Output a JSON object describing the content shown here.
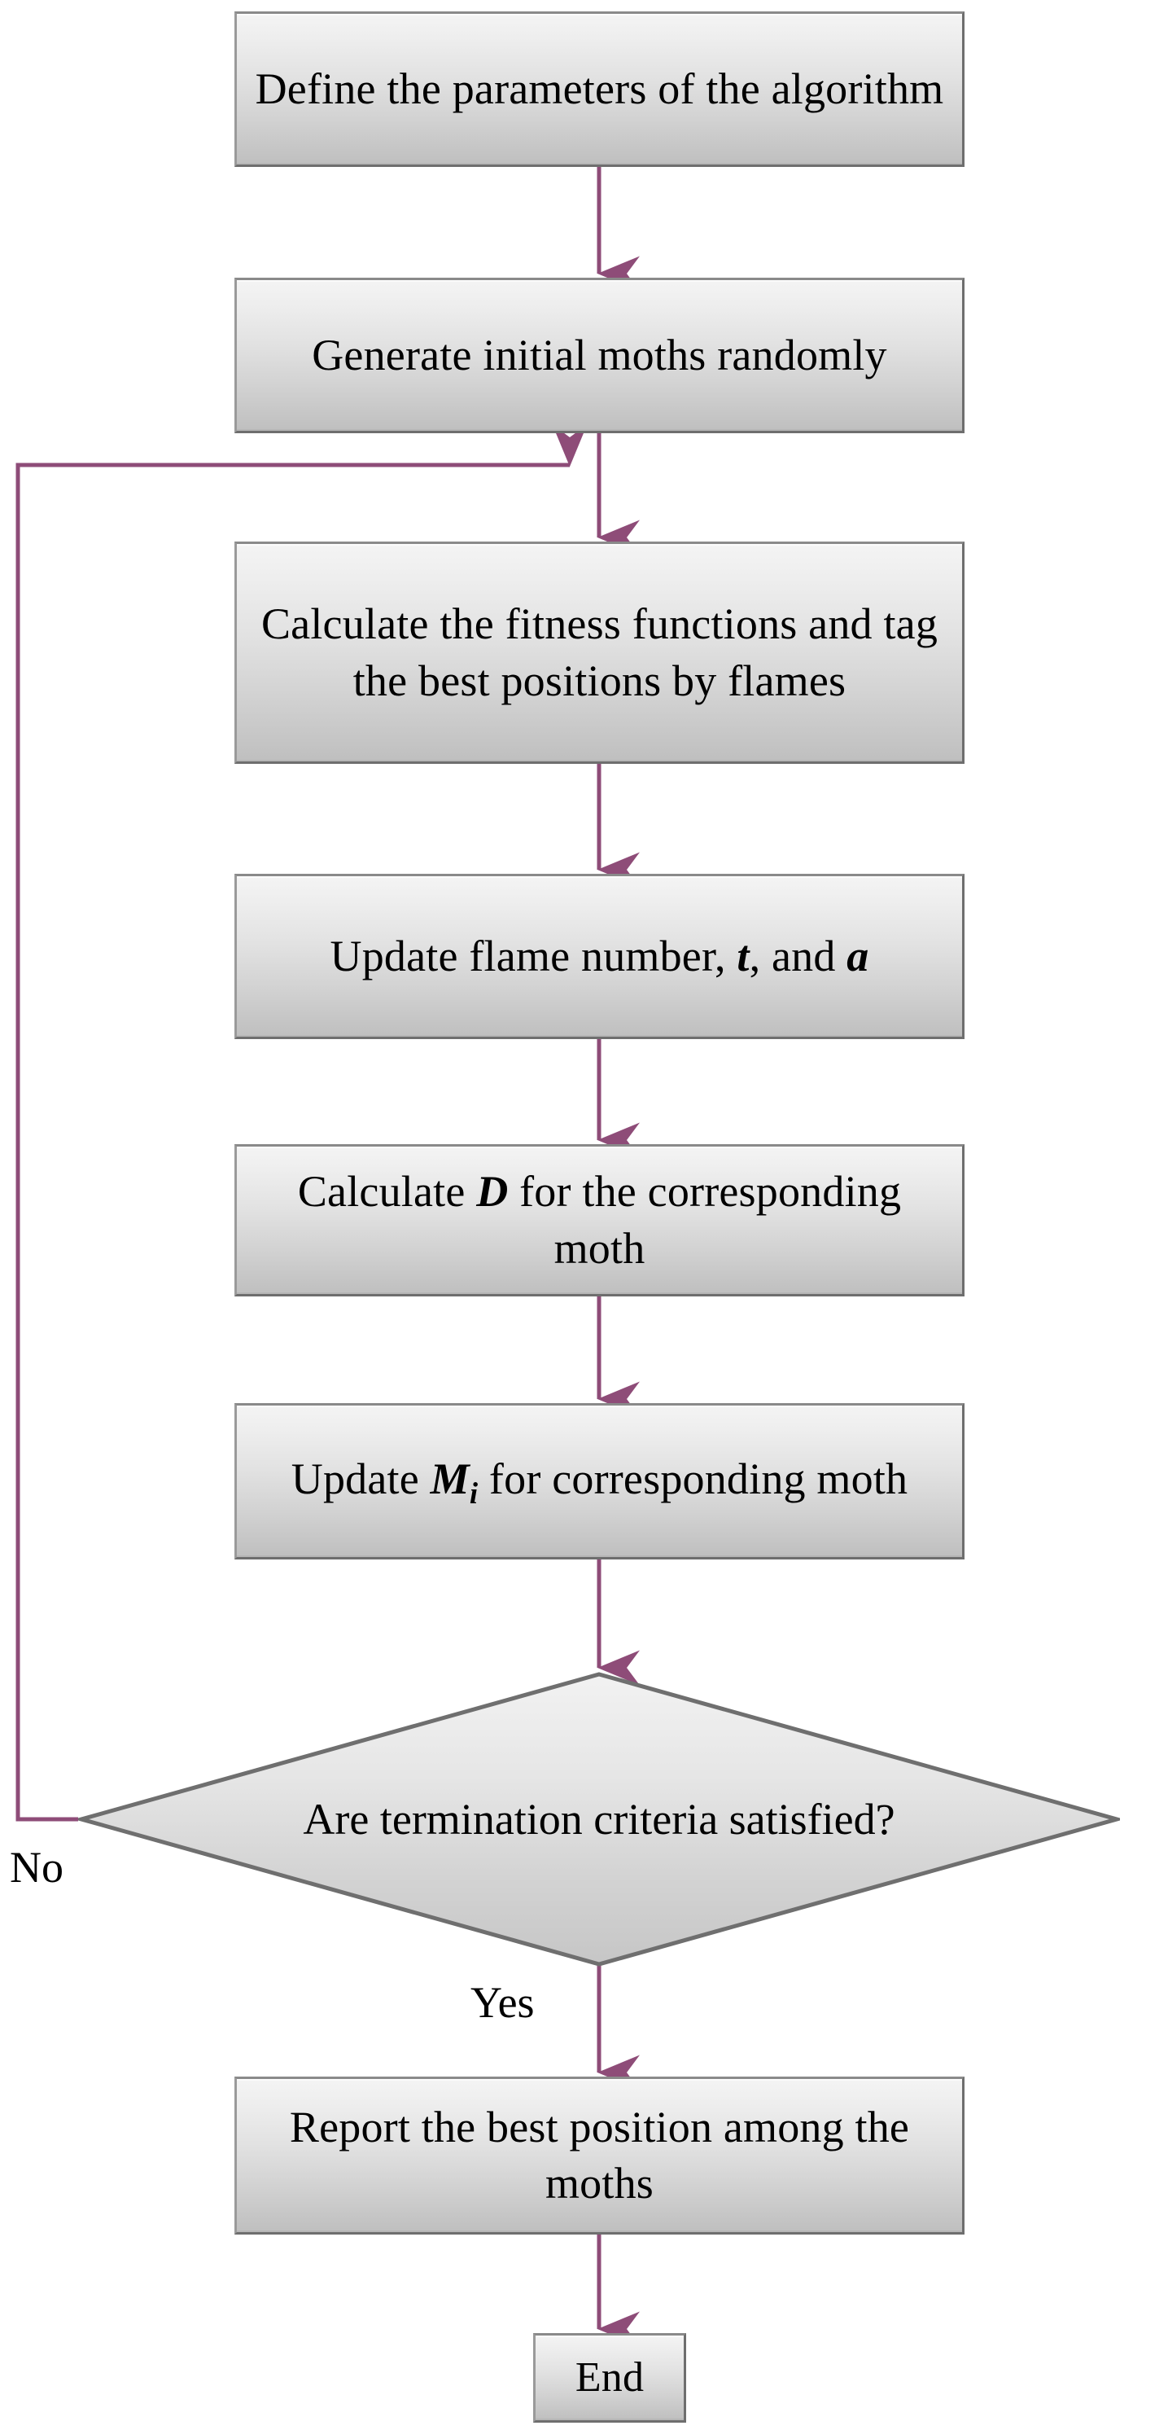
{
  "diagram": {
    "type": "flowchart",
    "title": "Moth-Flame Optimization algorithm flowchart",
    "accent_color": "#8E4C78",
    "node_fill_top": "#f4f4f4",
    "node_fill_bottom": "#bfbfbf",
    "node_border": "#7a7a7a",
    "text_color": "#000000"
  },
  "nodes": {
    "define_params": "Define the parameters of the algorithm",
    "generate_moths": "Generate initial moths randomly",
    "calculate_fitness": "Calculate the fitness functions and tag the best positions by flames",
    "update_flame_number_pre": "Update flame number, ",
    "update_flame_number_t": "t",
    "update_flame_number_mid": ", and ",
    "update_flame_number_a": "a",
    "calculate_d_pre": "Calculate ",
    "calculate_d_sym": "D",
    "calculate_d_post": " for the corresponding moth",
    "update_m_pre": "Update ",
    "update_m_sym": "M",
    "update_m_sub": "i",
    "update_m_post": " for corresponding moth",
    "decision": "Are termination criteria satisfied?",
    "report_best": "Report the best position among the moths",
    "end": "End"
  },
  "edge_labels": {
    "no": "No",
    "yes": "Yes"
  }
}
